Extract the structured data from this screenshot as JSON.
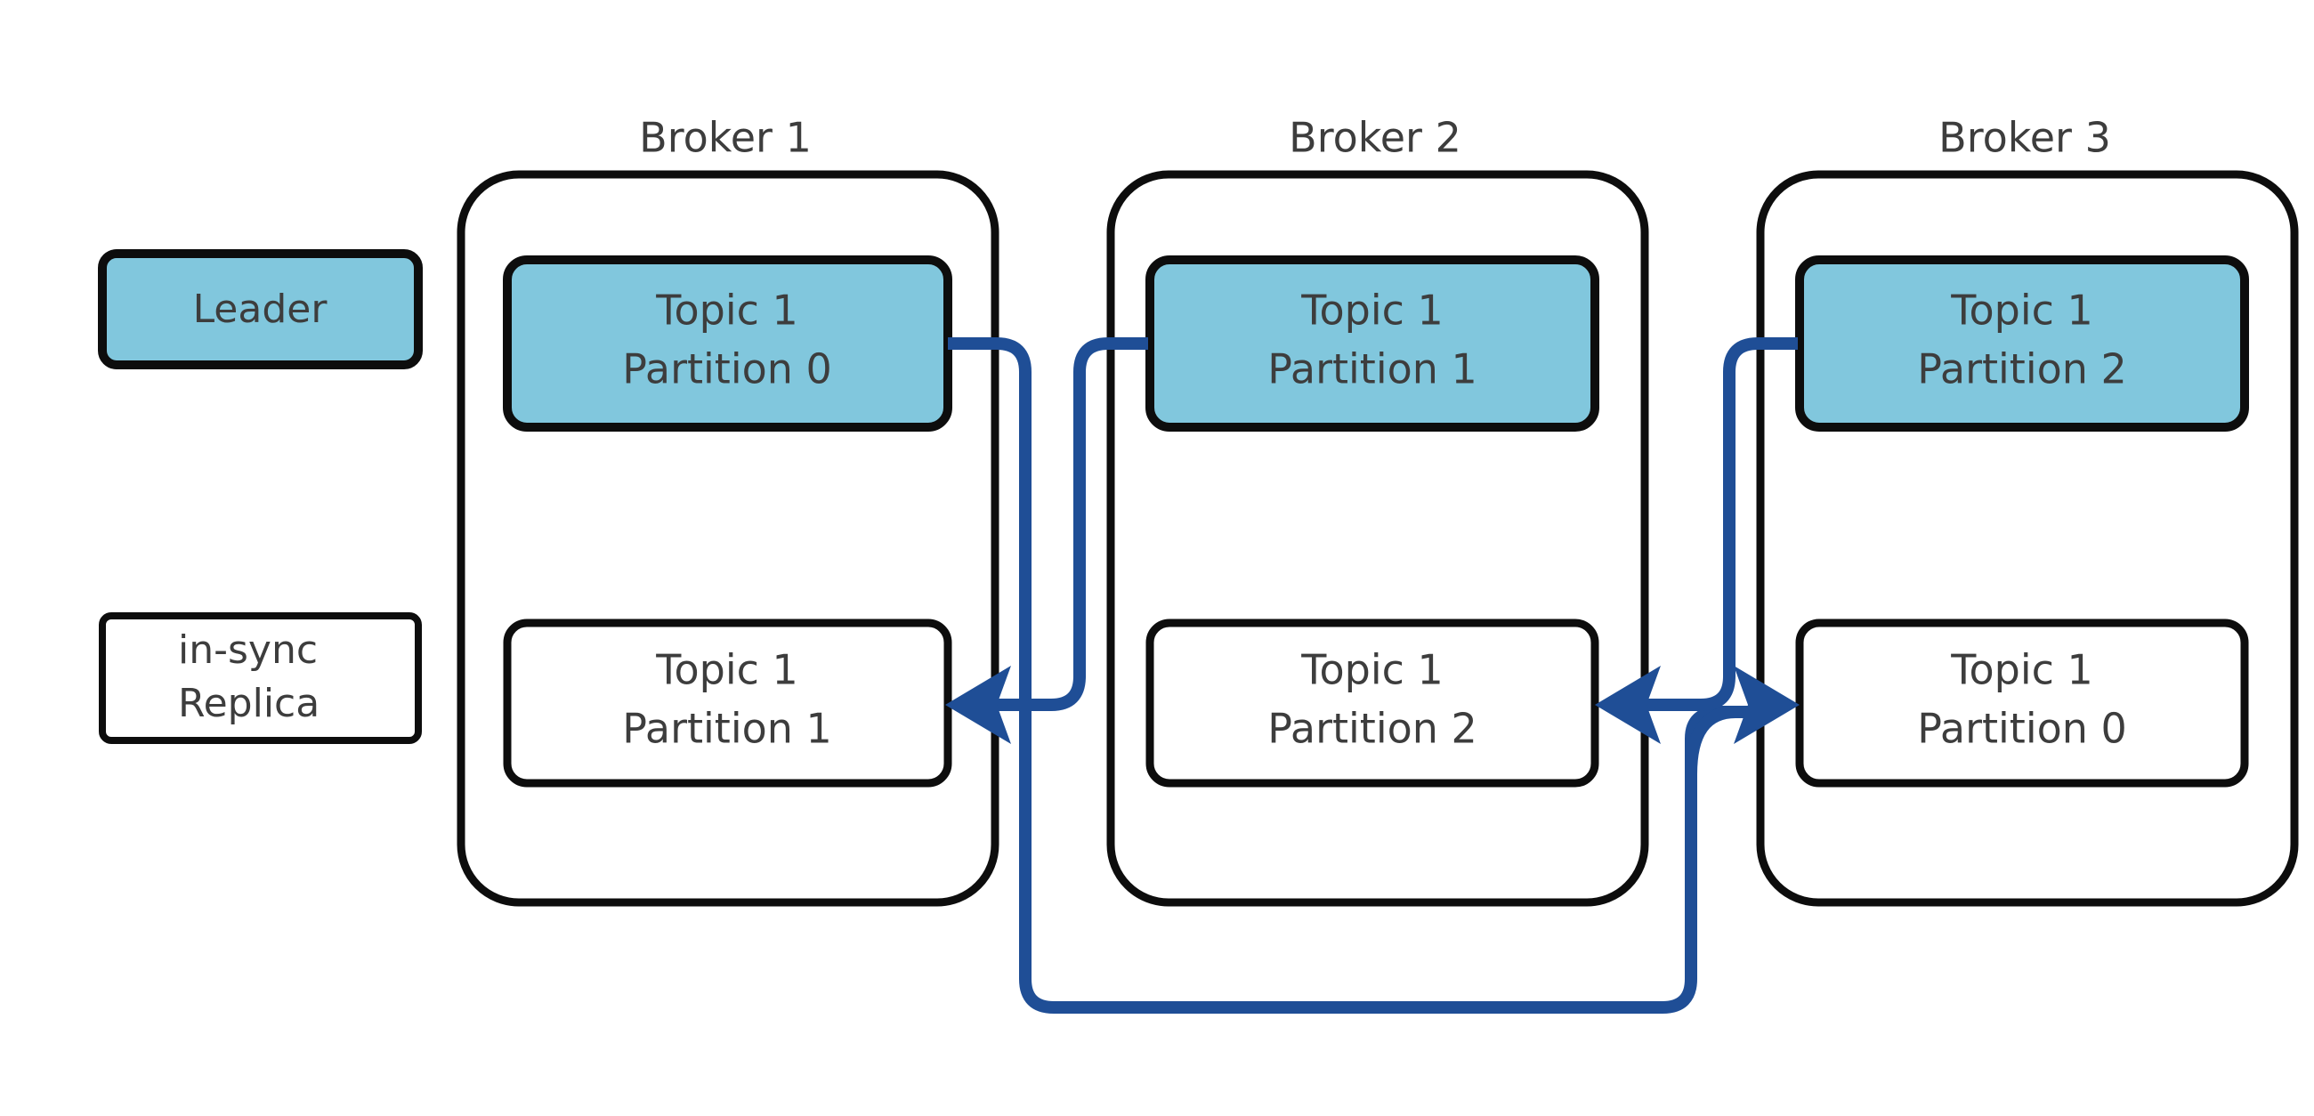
{
  "diagram": {
    "title_text": "",
    "colors": {
      "leader_fill": "#81c7dd",
      "replica_fill": "#ffffff",
      "outline": "#0d0d0d",
      "flow_line": "#1f4e96",
      "text": "#3d3d3d",
      "background": "#ffffff"
    }
  },
  "legend": {
    "leader": {
      "label": "Leader"
    },
    "replica": {
      "line1": "in-sync",
      "line2": "Replica"
    }
  },
  "brokers": [
    {
      "title": "Broker 1",
      "partitions": [
        {
          "role": "leader",
          "line1": "Topic 1",
          "line2": "Partition 0"
        },
        {
          "role": "replica",
          "line1": "Topic 1",
          "line2": "Partition 1"
        }
      ]
    },
    {
      "title": "Broker 2",
      "partitions": [
        {
          "role": "leader",
          "line1": "Topic 1",
          "line2": "Partition 1"
        },
        {
          "role": "replica",
          "line1": "Topic 1",
          "line2": "Partition 2"
        }
      ]
    },
    {
      "title": "Broker 3",
      "partitions": [
        {
          "role": "leader",
          "line1": "Topic 1",
          "line2": "Partition 2"
        },
        {
          "role": "replica",
          "line1": "Topic 1",
          "line2": "Partition 0"
        }
      ]
    }
  ],
  "replication_flows": [
    {
      "from": "Broker 1 / Topic 1 Partition 0",
      "to": "Broker 2 / Topic 1 Partition 2",
      "direction": "right-then-down"
    },
    {
      "from": "Broker 2 / Topic 1 Partition 1",
      "to": "Broker 1 / Topic 1 Partition 1",
      "direction": "left"
    },
    {
      "from": "Broker 3 / Topic 1 Partition 2",
      "to": "Broker 2 / Topic 1 Partition 2",
      "direction": "left"
    },
    {
      "from": "Broker 1 / Topic 1 Partition 0",
      "to": "Broker 3 / Topic 1 Partition 0",
      "direction": "down-around-right"
    }
  ]
}
